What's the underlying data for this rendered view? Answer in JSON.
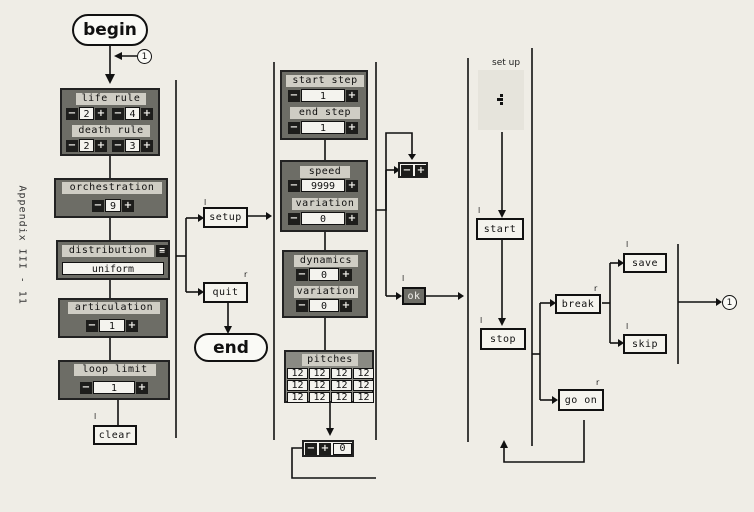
{
  "side_label": "Appendix III - 11",
  "begin": "begin",
  "end": "end",
  "connector": "1",
  "life_rule": {
    "title": "life rule",
    "values": [
      "2",
      "4"
    ]
  },
  "death_rule": {
    "title": "death rule",
    "values": [
      "2",
      "3"
    ]
  },
  "orchestration": {
    "title": "orchestration",
    "value": "9"
  },
  "distribution": {
    "title": "distribution",
    "value": "uniform"
  },
  "articulation": {
    "title": "articulation",
    "value": "1"
  },
  "loop_limit": {
    "title": "loop limit",
    "value": "1"
  },
  "clear": "clear",
  "setup": "setup",
  "quit": "quit",
  "start_step": {
    "title": "start step",
    "value": "1"
  },
  "end_step": {
    "title": "end step",
    "value": "1"
  },
  "speed": {
    "title": "speed",
    "value": "9999"
  },
  "variation1": {
    "title": "variation",
    "value": "0"
  },
  "dynamics": {
    "title": "dynamics",
    "value": "0"
  },
  "variation2": {
    "title": "variation",
    "value": "0"
  },
  "pitches": {
    "title": "pitches",
    "values": [
      "12",
      "12",
      "12",
      "12",
      "12",
      "12",
      "12",
      "12",
      "12",
      "12",
      "12",
      "12"
    ]
  },
  "pitch_stepper_value": "0",
  "ok": "ok",
  "setup_caption": "set up",
  "start": "start",
  "stop": "stop",
  "break": "break",
  "save": "save",
  "skip": "skip",
  "go_on": "go on",
  "minus": "−",
  "plus": "+",
  "l_mark": "l",
  "r_mark": "r"
}
